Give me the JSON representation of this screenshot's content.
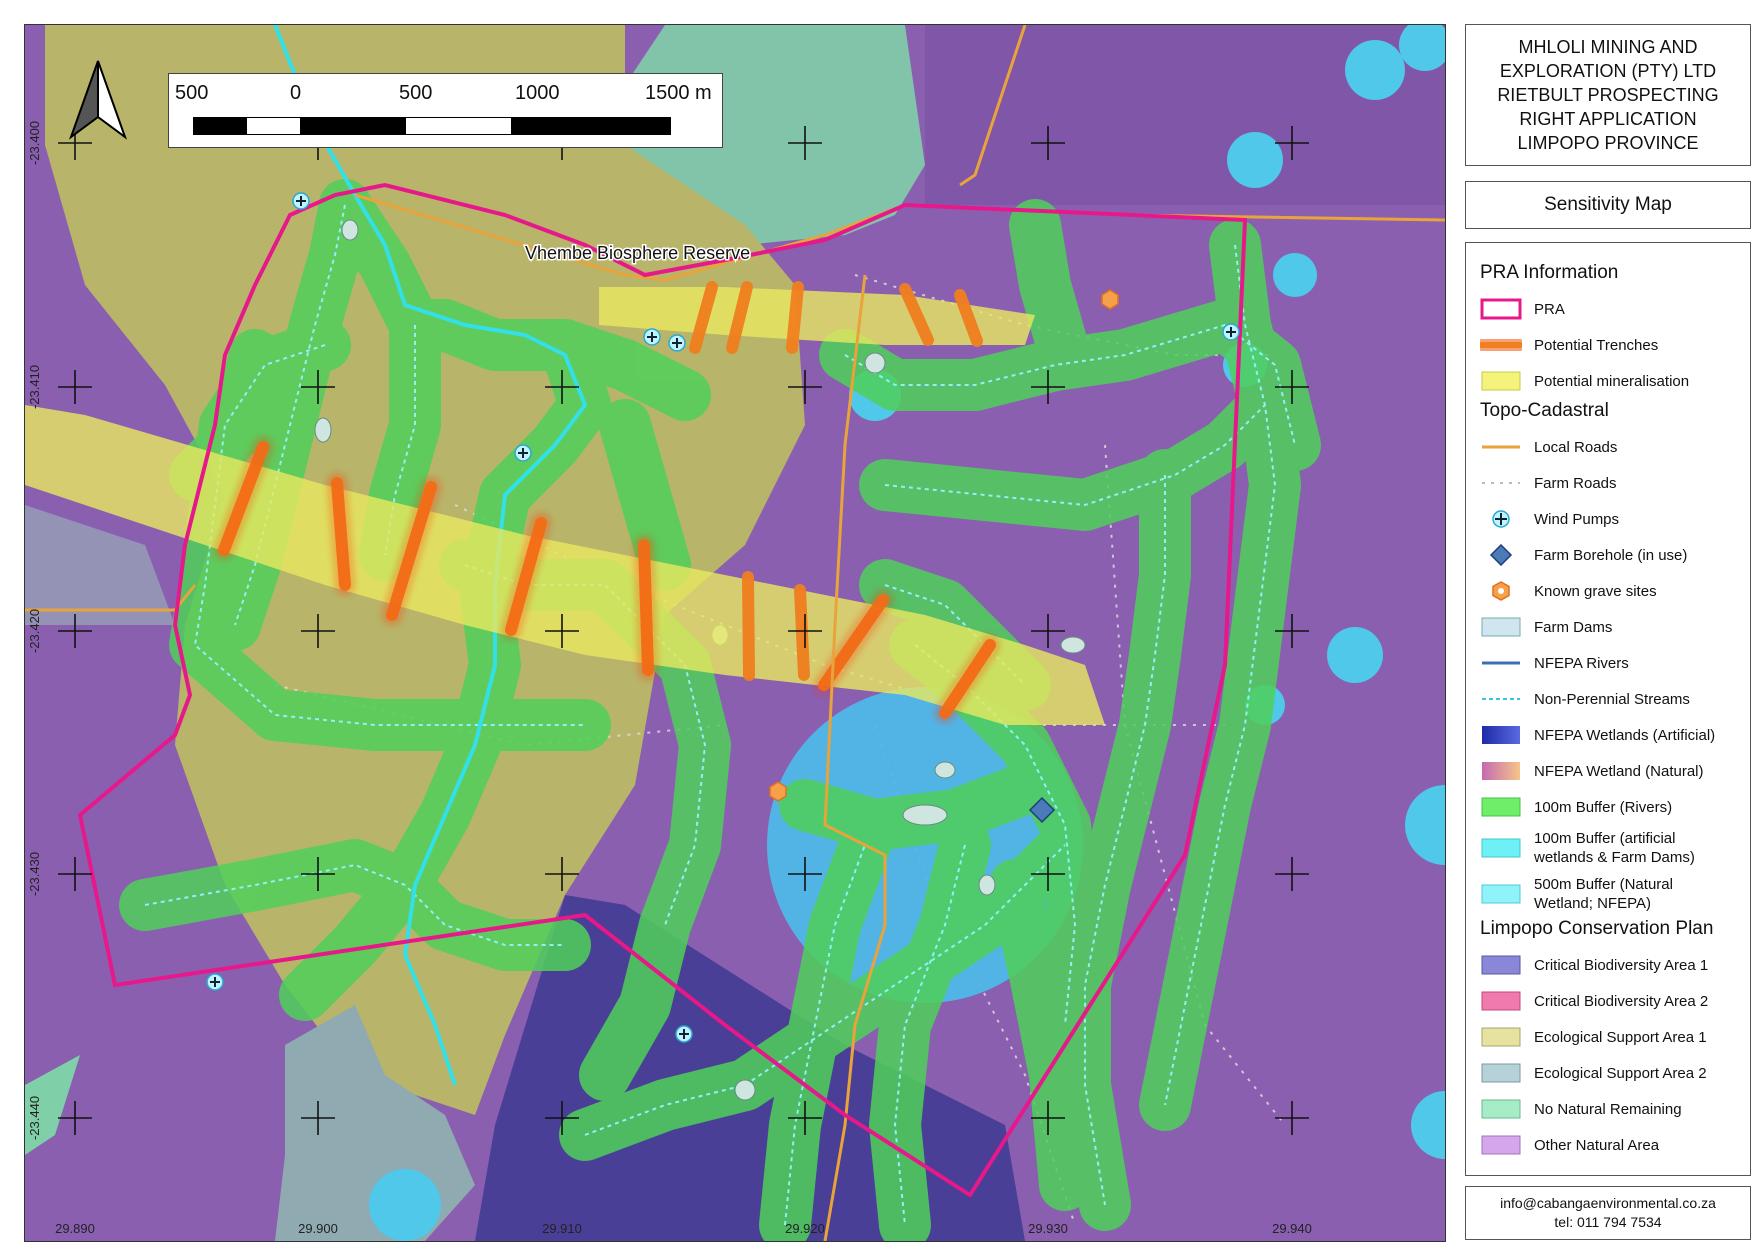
{
  "map": {
    "area_label": "Vhembe Biosphere Reserve",
    "lat_labels": [
      "-23.400",
      "-23.410",
      "-23.420",
      "-23.430",
      "-23.440"
    ],
    "lon_labels": [
      "29.890",
      "29.900",
      "29.910",
      "29.920",
      "29.930",
      "29.940"
    ],
    "colors": {
      "other_natural": "#8a5fb0",
      "esa1": "#b8b469",
      "esa2": "#8faab0",
      "cba1": "#4a3f96",
      "no_natural": "#7fcfa8",
      "river_buffer": "#4fd05a",
      "wetland_buffer": "#4fb8e8",
      "pra": "#e6188a",
      "trench": "#f07f1e",
      "mineralisation": "#e8e860",
      "local_road": "#e8a33a",
      "nfepa_river": "#33d6e0",
      "stream": "#6fe0e8"
    }
  },
  "scalebar": {
    "labels": [
      "500",
      "0",
      "500",
      "1000",
      "1500 m"
    ]
  },
  "north_arrow": {
    "icon": "north-arrow-icon"
  },
  "title": {
    "lines": [
      "MHLOLI MINING AND",
      "EXPLORATION (PTY) LTD",
      "RIETBULT PROSPECTING",
      "RIGHT APPLICATION",
      "LIMPOPO PROVINCE"
    ]
  },
  "subtitle": "Sensitivity Map",
  "legend": {
    "group_pra": "PRA Information",
    "pra": "PRA",
    "trenches": "Potential Trenches",
    "mineralisation": "Potential mineralisation",
    "group_topo": "Topo-Cadastral",
    "local_roads": "Local Roads",
    "farm_roads": "Farm Roads",
    "wind_pumps": "Wind Pumps",
    "farm_borehole": "Farm Borehole (in use)",
    "grave_sites": "Known grave sites",
    "farm_dams": "Farm Dams",
    "nfepa_rivers": "NFEPA Rivers",
    "streams": "Non-Perennial Streams",
    "wetlands_artificial": "NFEPA Wetlands (Artificial)",
    "wetland_natural": "NFEPA Wetland (Natural)",
    "buffer_rivers": "100m Buffer (Rivers)",
    "buffer_artificial_1": "100m Buffer (artificial",
    "buffer_artificial_2": "wetlands & Farm Dams)",
    "buffer_natural_1": "500m Buffer (Natural",
    "buffer_natural_2": "Wetland; NFEPA)",
    "group_lcp": "Limpopo Conservation Plan",
    "cba1": "Critical Biodiversity Area 1",
    "cba2": "Critical Biodiversity Area 2",
    "esa1": "Ecological Support Area 1",
    "esa2": "Ecological Support Area 2",
    "no_natural": "No Natural Remaining",
    "other_natural": "Other Natural Area"
  },
  "footer": {
    "email": "info@cabangaenvironmental.co.za",
    "tel": "tel: 011 794 7534"
  }
}
